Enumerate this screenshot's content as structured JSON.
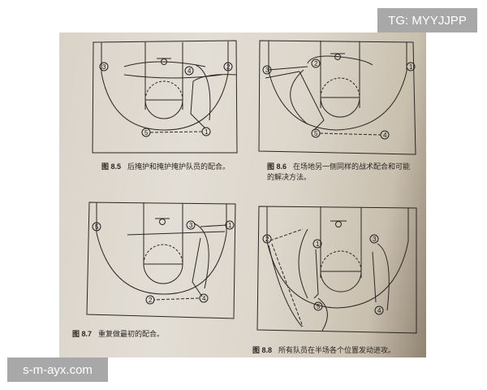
{
  "watermarks": {
    "top_right": "TG: MYYJJPP",
    "bottom_left": "s-m-ayx.com"
  },
  "colors": {
    "page_background": "#ddd7cc",
    "ink": "#2a2622",
    "watermark_bg": "#a8a8a8",
    "watermark_text": "#ffffff"
  },
  "figures": [
    {
      "id": "8.5",
      "label": "图 8.5",
      "caption": "后掩护和掩护掩护队员的配合。",
      "players": [
        "1",
        "2",
        "3",
        "4",
        "5"
      ]
    },
    {
      "id": "8.6",
      "label": "图 8.6",
      "caption_line1": "在场地另一侧同样的战术配合和可能",
      "caption_line2": "的解决方法。",
      "players": [
        "1",
        "2",
        "3",
        "4",
        "5"
      ]
    },
    {
      "id": "8.7",
      "label": "图 8.7",
      "caption": "重复做最初的配合。",
      "players": [
        "1",
        "2",
        "3",
        "4",
        "5"
      ]
    },
    {
      "id": "8.8",
      "label": "图 8.8",
      "caption": "所有队员在半场各个位置发动进攻。",
      "players": [
        "1",
        "2",
        "3",
        "4",
        "5"
      ]
    }
  ]
}
